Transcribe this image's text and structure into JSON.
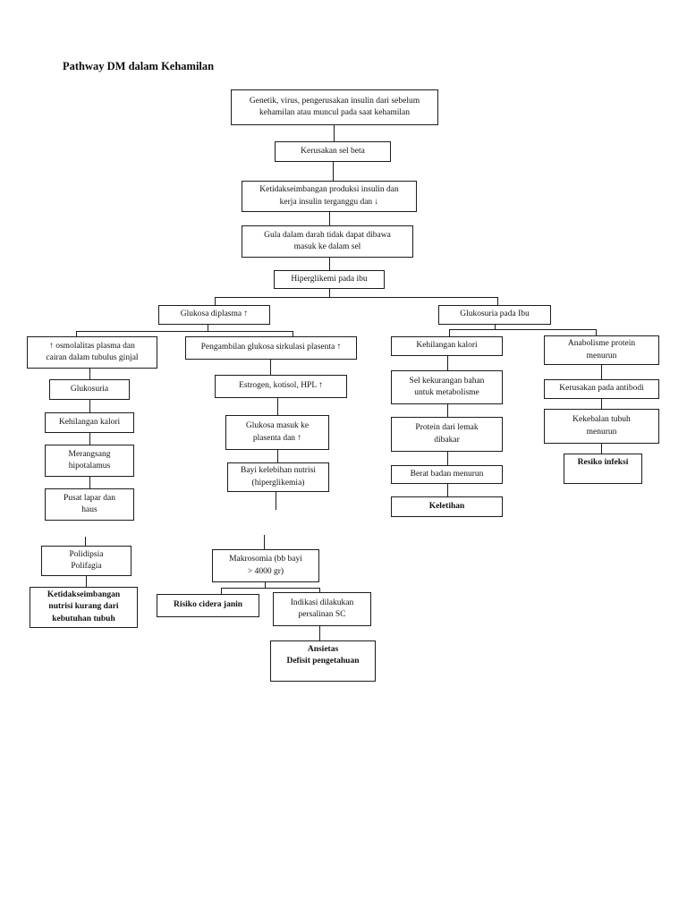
{
  "page": {
    "title": "Pathway DM dalam Kehamilan"
  },
  "nodes": {
    "genetik": {
      "label": "Genetik, virus, pengerusakan insulin dari sebelum\nkehamilan atau muncul pada saat kehamilan",
      "bold": false
    },
    "kerusakan_sel_beta": {
      "label": "Kerusakan sel beta",
      "bold": false
    },
    "ketidakseimbangan_produksi": {
      "label": "Ketidakseimbangan produksi insulin dan\nkerja insulin terganggu dan ↓",
      "bold": false
    },
    "gula_darah": {
      "label": "Gula dalam darah tidak dapat dibawa\nmasuk ke dalam sel",
      "bold": false
    },
    "hiperglikemi": {
      "label": "Hiperglikemi pada ibu",
      "bold": false
    },
    "glukosa_diplasma": {
      "label": "Glukosa diplasma ↑",
      "bold": false
    },
    "glukosuria_ibu": {
      "label": "Glukosuria pada Ibu",
      "bold": false
    },
    "osmolalitas": {
      "label": "↑ osmolalitas plasma dan\ncairan dalam tubulus ginjal",
      "bold": false
    },
    "glukosuria": {
      "label": "Glukosuria",
      "bold": false
    },
    "kehilangan_kalori_kiri": {
      "label": "Kehilangan kalori",
      "bold": false
    },
    "merangsang": {
      "label": "Merangsang\nhipotalamus",
      "bold": false
    },
    "pusat_lapar": {
      "label": "Pusat lapar dan\nhaus",
      "bold": false
    },
    "polidipsia": {
      "label": "Polidipsia\nPolifagia",
      "bold": false
    },
    "ketidakseimbangan_nutrisi": {
      "label": "Ketidakseimbangan\nnutrisi kurang dari\nkebutuhan tubuh",
      "bold": true
    },
    "pengambilan": {
      "label": "Pengambilan glukosa sirkulasi plasenta ↑",
      "bold": false
    },
    "estrogen": {
      "label": "Estrogen, kotisol, HPL ↑",
      "bold": false
    },
    "glukosa_masuk": {
      "label": "Glukosa masuk ke\nplasenta dan ↑",
      "bold": false
    },
    "bayi_kelebihan": {
      "label": "Bayi kelebihan nutrisi\n(hiperglikemia)",
      "bold": false
    },
    "makrosomia": {
      "label": "Makrosomia (bb bayi\n> 4000 gr)",
      "bold": false
    },
    "risiko_cidera": {
      "label": "Risiko cidera janin",
      "bold": true
    },
    "indikasi_sc": {
      "label": "Indikasi dilakukan\npersalinan SC",
      "bold": false
    },
    "ansietas": {
      "label": "Ansietas\nDefisit pengetahuan",
      "bold": true
    },
    "kehilangan_kalori_kanan": {
      "label": "Kehilangan kalori",
      "bold": false
    },
    "sel_kekurangan": {
      "label": "Sel kekurangan bahan\nuntuk metabolisme",
      "bold": false
    },
    "protein_lemak": {
      "label": "Protein dari lemak\ndibakar",
      "bold": false
    },
    "berat_badan": {
      "label": "Berat badan menurun",
      "bold": false
    },
    "keletihan": {
      "label": "Keletihan",
      "bold": true
    },
    "anabolisme": {
      "label": "Anabolisme protein\nmenurun",
      "bold": false
    },
    "kerusakan_antibodi": {
      "label": "Kerusakan pada antibodi",
      "bold": false
    },
    "kekebalan": {
      "label": "Kekebalan tubuh\nmenurun",
      "bold": false
    },
    "resiko_infeksi": {
      "label": "Resiko infeksi",
      "bold": true
    }
  },
  "edges": [
    [
      "genetik",
      "kerusakan_sel_beta"
    ],
    [
      "kerusakan_sel_beta",
      "ketidakseimbangan_produksi"
    ],
    [
      "ketidakseimbangan_produksi",
      "gula_darah"
    ],
    [
      "gula_darah",
      "hiperglikemi"
    ],
    [
      "hiperglikemi",
      "glukosa_diplasma"
    ],
    [
      "hiperglikemi",
      "glukosuria_ibu"
    ],
    [
      "glukosa_diplasma",
      "osmolalitas"
    ],
    [
      "glukosa_diplasma",
      "pengambilan"
    ],
    [
      "osmolalitas",
      "glukosuria"
    ],
    [
      "glukosuria",
      "kehilangan_kalori_kiri"
    ],
    [
      "kehilangan_kalori_kiri",
      "merangsang"
    ],
    [
      "merangsang",
      "pusat_lapar"
    ],
    [
      "pusat_lapar",
      "polidipsia"
    ],
    [
      "polidipsia",
      "ketidakseimbangan_nutrisi"
    ],
    [
      "pengambilan",
      "estrogen"
    ],
    [
      "estrogen",
      "glukosa_masuk"
    ],
    [
      "glukosa_masuk",
      "bayi_kelebihan"
    ],
    [
      "bayi_kelebihan",
      "makrosomia"
    ],
    [
      "makrosomia",
      "risiko_cidera"
    ],
    [
      "makrosomia",
      "indikasi_sc"
    ],
    [
      "indikasi_sc",
      "ansietas"
    ],
    [
      "glukosuria_ibu",
      "kehilangan_kalori_kanan"
    ],
    [
      "glukosuria_ibu",
      "anabolisme"
    ],
    [
      "kehilangan_kalori_kanan",
      "sel_kekurangan"
    ],
    [
      "sel_kekurangan",
      "protein_lemak"
    ],
    [
      "protein_lemak",
      "berat_badan"
    ],
    [
      "berat_badan",
      "keletihan"
    ],
    [
      "anabolisme",
      "kerusakan_antibodi"
    ],
    [
      "kerusakan_antibodi",
      "kekebalan"
    ],
    [
      "kekebalan",
      "resiko_infeksi"
    ]
  ]
}
